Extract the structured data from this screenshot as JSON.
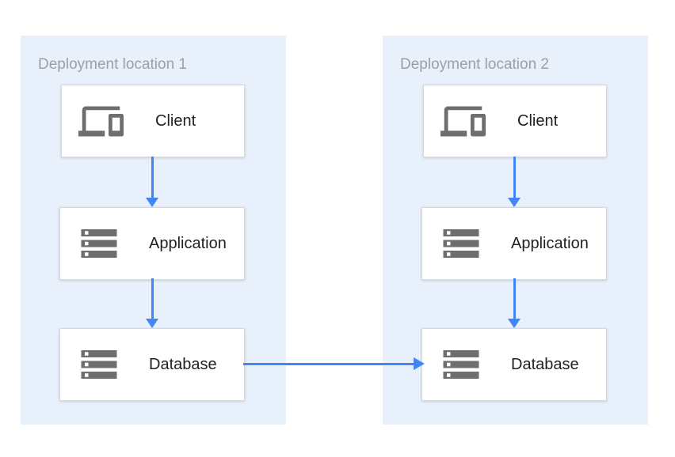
{
  "diagram": {
    "type": "architecture-diagram",
    "locations": [
      {
        "title": "Deployment location 1",
        "nodes": [
          {
            "label": "Client",
            "icon": "devices-icon"
          },
          {
            "label": "Application",
            "icon": "storage-icon"
          },
          {
            "label": "Database",
            "icon": "storage-icon"
          }
        ]
      },
      {
        "title": "Deployment location 2",
        "nodes": [
          {
            "label": "Client",
            "icon": "devices-icon"
          },
          {
            "label": "Application",
            "icon": "storage-icon"
          },
          {
            "label": "Database",
            "icon": "storage-icon"
          }
        ]
      }
    ],
    "connections": [
      {
        "from": "location-1 Client",
        "to": "location-1 Application",
        "direction": "down"
      },
      {
        "from": "location-1 Application",
        "to": "location-1 Database",
        "direction": "down"
      },
      {
        "from": "location-2 Client",
        "to": "location-2 Application",
        "direction": "down"
      },
      {
        "from": "location-2 Application",
        "to": "location-2 Database",
        "direction": "down"
      },
      {
        "from": "location-1 Database",
        "to": "location-2 Database",
        "direction": "right"
      }
    ],
    "colors": {
      "region_background": "#e7f0fb",
      "node_background": "#ffffff",
      "node_border": "#d8d8d8",
      "arrow": "#4285f4",
      "icon": "#6e6e6e",
      "title_text": "#9aa0a6",
      "label_text": "#212121"
    }
  }
}
